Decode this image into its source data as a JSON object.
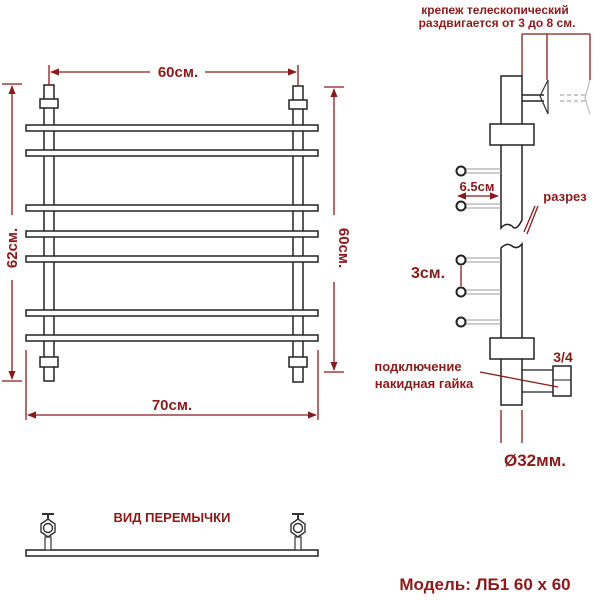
{
  "front_view": {
    "width_top_label": "60см.",
    "width_bottom_label": "70см.",
    "height_left_label": "62см.",
    "height_right_label": "60см.",
    "rail_count": 7
  },
  "side_view": {
    "mount_note_line1": "крепеж телескопический",
    "mount_note_line2": "раздвигается от 3 до 8 см.",
    "rail_spacing_label": "6.5см",
    "cut_label": "разрез",
    "rail_gap_label": "3см.",
    "thread_label": "3/4",
    "connection_line1": "подключение",
    "connection_line2": "накидная гайка",
    "pipe_diameter_label": "Ø32мм."
  },
  "jumper_view": {
    "title": "ВИД ПЕРЕМЫЧКИ"
  },
  "model": {
    "label": "Модель: ЛБ1 60 х 60"
  },
  "colors": {
    "annotation": "#8b1a1a",
    "outline": "#222222",
    "background": "#ffffff"
  }
}
